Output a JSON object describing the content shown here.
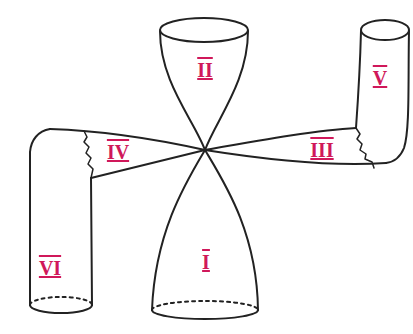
{
  "diagram": {
    "labels": [
      "II",
      "V",
      "IV",
      "III",
      "VI",
      "I"
    ]
  }
}
